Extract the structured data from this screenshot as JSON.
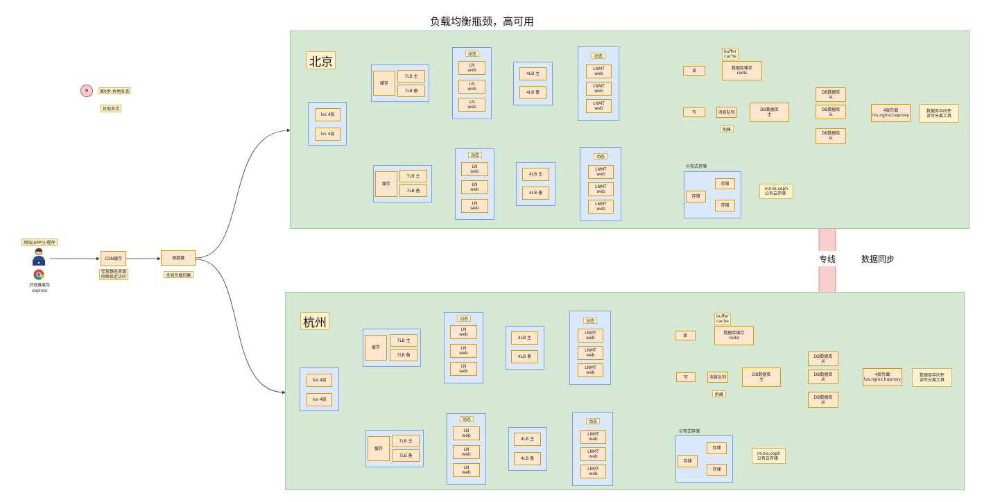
{
  "title": "负载均衡瓶颈，高可用",
  "left": {
    "client_label": "网站/APP/小程序",
    "browser_label": "浏览器缓存",
    "expires": "expires",
    "cdn": "CDN缓存",
    "cdn_note": "存放静态资源\n网络就近访问",
    "scheduler": "调度器",
    "scheduler_note": "全局负载均衡",
    "badge": "9",
    "badge_label": "第9步-异地多活",
    "badge_note": "异地多活"
  },
  "middle": {
    "line": "专线",
    "sync": "数据同步"
  },
  "dc": {
    "lvs": "lvs 4层",
    "cache": "缓存",
    "l7_main": "7LB 主",
    "l7_back": "7LB 备",
    "ln": "LN\nweb",
    "l4_main": "4LB 主",
    "l4_back": "4LB 备",
    "lnmt": "LNMT\nweb",
    "dynamic": "动态",
    "read": "读",
    "write": "写",
    "buffer": "buffer\ncache",
    "db_cache": "数据库缓存\nredis",
    "mq": "消息队列",
    "peak": "削峰",
    "db_master": "DB数据库\n主",
    "db_slave": "DB数据库\n从",
    "db_l4": "4层负载\nlvs,nginx,haproxy",
    "middleware": "数据库中间件\n读写分离工具",
    "dist_store": "分布式存储",
    "store": "存储",
    "minio": "minio,ceph\n公有云存储"
  },
  "regions": [
    {
      "name": "北京"
    },
    {
      "name": "杭州"
    }
  ]
}
